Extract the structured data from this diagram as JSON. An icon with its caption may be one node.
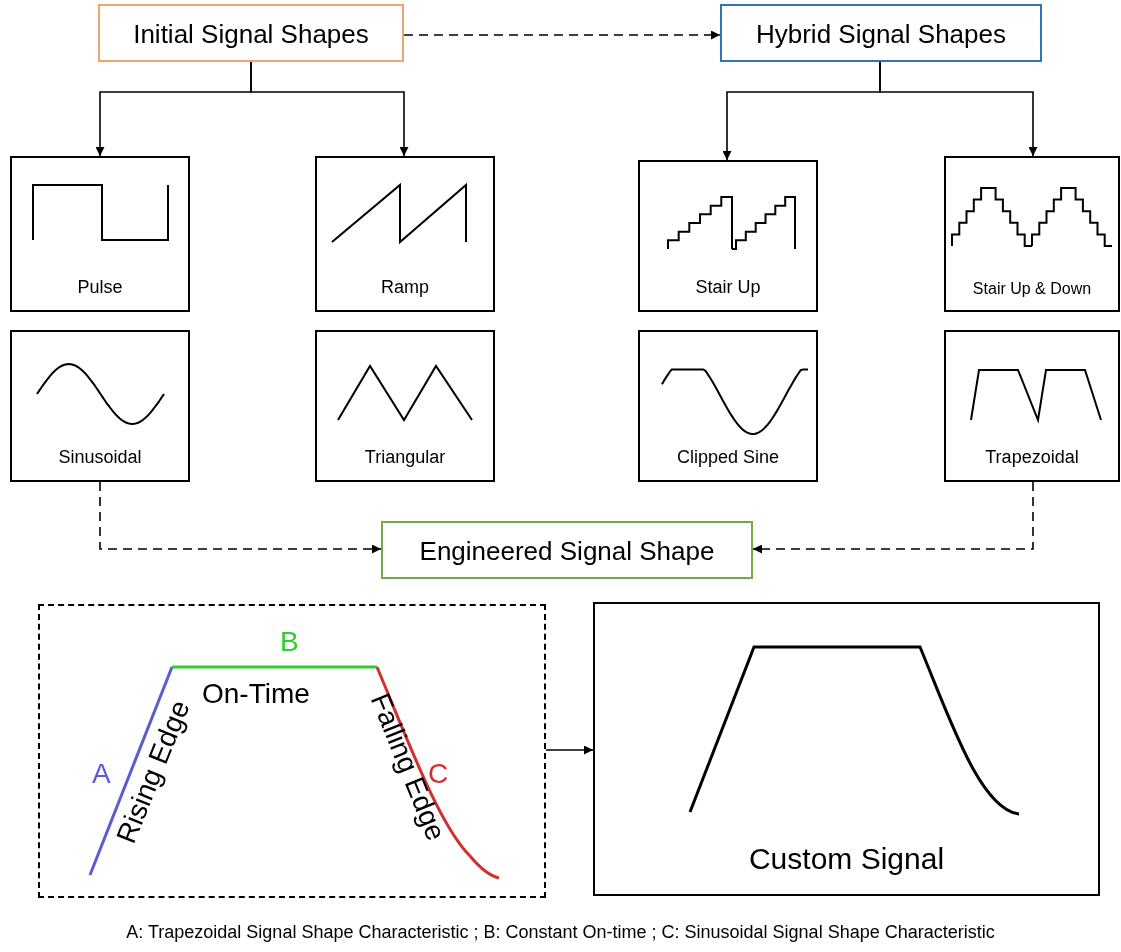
{
  "diagram": {
    "caption": "A: Trapezoidal Signal Shape Characteristic ;  B: Constant On-time ; C: Sinusoidal Signal Shape Characteristic",
    "nodes": [
      {
        "text": [
          "Initial Signal Shapes"
        ]
      },
      {
        "text": [
          "Hybrid Signal Shapes"
        ]
      },
      {
        "text": [
          "Pulse"
        ]
      },
      {
        "text": [
          "Ramp"
        ]
      },
      {
        "text": [
          "Stair Up"
        ]
      },
      {
        "text": [
          "Stair Up & Down"
        ]
      },
      {
        "text": [
          "Sinusoidal"
        ]
      },
      {
        "text": [
          "Triangular"
        ]
      },
      {
        "text": [
          "Clipped Sine"
        ]
      },
      {
        "text": [
          "Trapezoidal"
        ]
      },
      {
        "text": [
          "Engineered Signal Shape"
        ]
      },
      {
        "text": [
          "B",
          "On-Time",
          "A",
          "Rising Edge",
          "Falling Edge",
          "C"
        ]
      },
      {
        "text": [
          "Custom Signal"
        ]
      }
    ],
    "edges": [
      {
        "from": 0,
        "to": 1,
        "arrow": "to",
        "style": "dashed"
      },
      {
        "from": 0,
        "to": 2,
        "arrow": "to"
      },
      {
        "from": 0,
        "to": 3,
        "arrow": "to"
      },
      {
        "from": 1,
        "to": 4,
        "arrow": "to"
      },
      {
        "from": 1,
        "to": 5,
        "arrow": "to"
      },
      {
        "from": 6,
        "to": 10,
        "arrow": "to",
        "style": "dashed"
      },
      {
        "from": 9,
        "to": 10,
        "arrow": "to",
        "style": "dashed"
      },
      {
        "from": 11,
        "to": 12,
        "arrow": "to"
      }
    ]
  }
}
